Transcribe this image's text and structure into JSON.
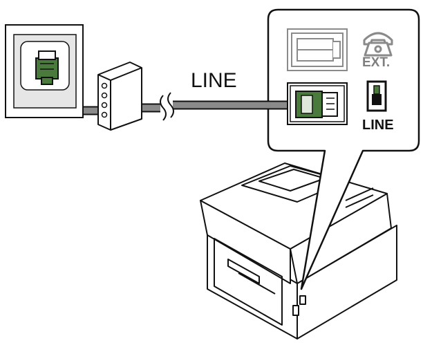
{
  "labels": {
    "line_cable": "LINE",
    "ext_port": "EXT.",
    "line_port": "LINE"
  },
  "icons": {
    "wall": "wall-jack-icon",
    "splitter": "splitter-icon",
    "phone": "telephone-icon",
    "line_port": "line-port-icon",
    "printer": "printer-icon"
  },
  "colors": {
    "stroke": "#111111",
    "cable": "#8a8a8a",
    "wall_fill": "#e6e6e6",
    "connector_green": "#4a7a3c",
    "ext_grey": "#7f7f7f"
  }
}
